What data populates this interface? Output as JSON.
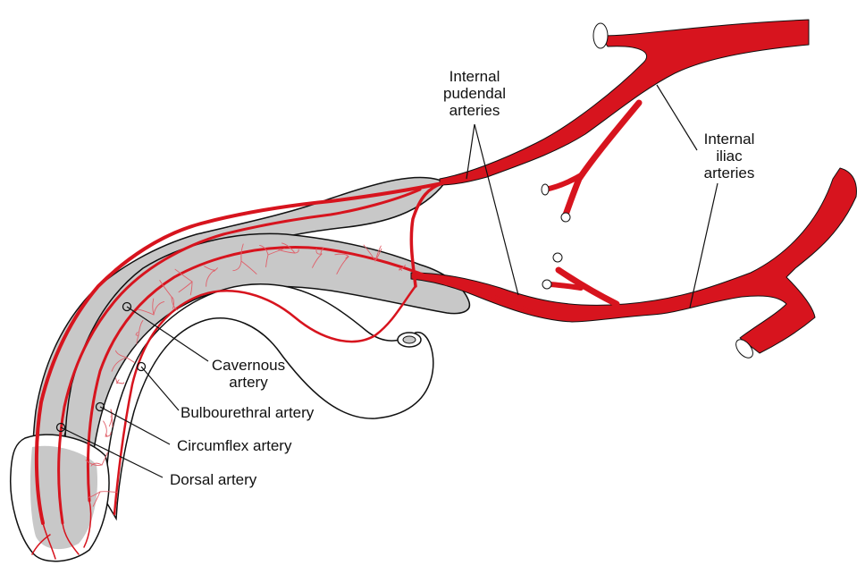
{
  "colors": {
    "artery": "#d7141e",
    "tissue": "#c8c8c8",
    "outline": "#111111",
    "leader": "#111111",
    "background": "#ffffff"
  },
  "labels": {
    "internal_pudendal": [
      "Internal",
      "pudendal",
      "arteries"
    ],
    "internal_iliac": [
      "Internal",
      "iliac",
      "arteries"
    ],
    "cavernous": [
      "Cavernous",
      "artery"
    ],
    "bulbourethral": "Bulbourethral artery",
    "circumflex": "Circumflex artery",
    "dorsal": "Dorsal artery"
  }
}
